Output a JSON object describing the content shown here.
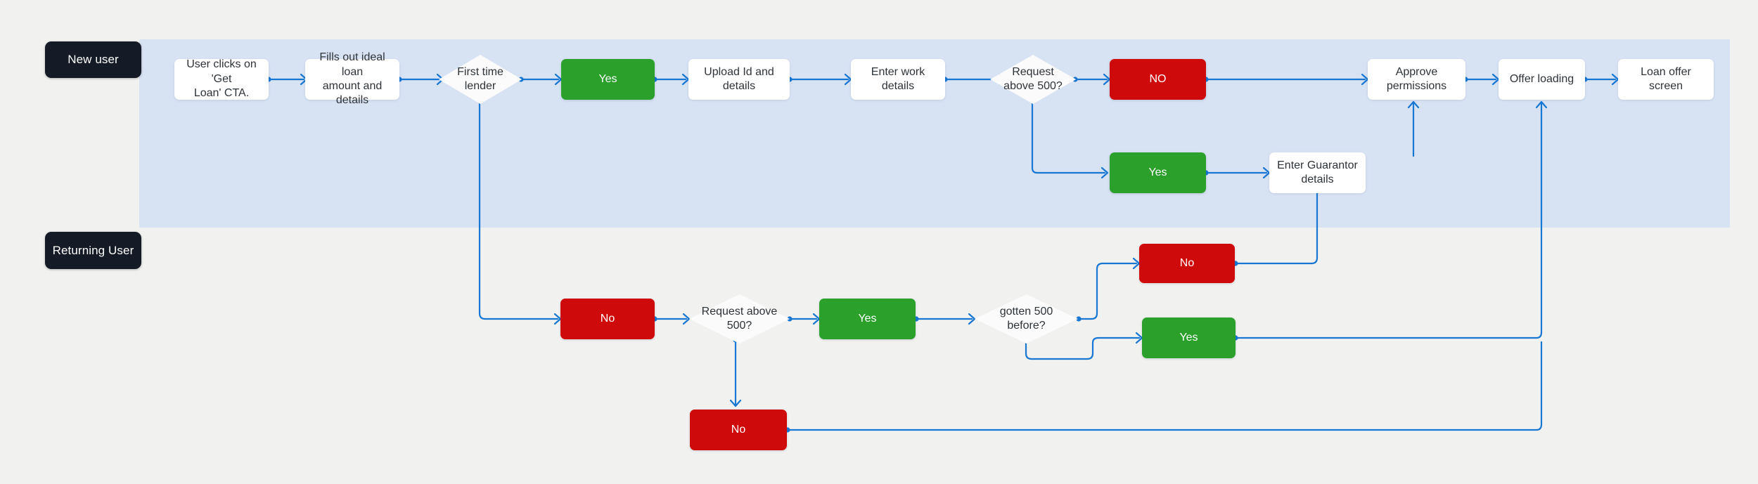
{
  "diagram": {
    "title": "Loan application user flow",
    "background_color": "#f1f1f0",
    "lane_band_color": "#d7e2f3",
    "connector_color": "#1877d2",
    "colors": {
      "process": "#ffffff",
      "yes": "#2ba02b",
      "no": "#cf0a0a",
      "decision": "#fbfbfb",
      "lane_pill": "#141a26"
    }
  },
  "lanes": [
    {
      "id": "new-user",
      "label": "New user"
    },
    {
      "id": "returning-user",
      "label": "Returning User"
    }
  ],
  "nodes": {
    "get_loan_cta": {
      "label": "User clicks on 'Get\nLoan' CTA.",
      "type": "process"
    },
    "fills_loan_details": {
      "label": "Fills out ideal loan\namount and details",
      "type": "process"
    },
    "first_time_lender": {
      "label": "First time\nlender",
      "type": "decision"
    },
    "ftl_yes": {
      "label": "Yes",
      "type": "yes"
    },
    "upload_id": {
      "label": "Upload Id and details",
      "type": "process"
    },
    "enter_work_details": {
      "label": "Enter work details",
      "type": "process"
    },
    "request_above_500": {
      "label": "Request\nabove 500?",
      "type": "decision"
    },
    "req500_no": {
      "label": "NO",
      "type": "no"
    },
    "req500_yes": {
      "label": "Yes",
      "type": "yes"
    },
    "enter_guarantor": {
      "label": "Enter Guarantor details",
      "type": "process"
    },
    "approve_permissions": {
      "label": "Approve permissions",
      "type": "process"
    },
    "offer_loading": {
      "label": "Offer loading",
      "type": "process"
    },
    "loan_offer_screen": {
      "label": "Loan offer screen",
      "type": "process"
    },
    "ftl_no": {
      "label": "No",
      "type": "no"
    },
    "req_above_500_b": {
      "label": "Request above\n500?",
      "type": "decision"
    },
    "req500b_yes": {
      "label": "Yes",
      "type": "yes"
    },
    "gotten_500_before": {
      "label": "gotten 500\nbefore?",
      "type": "decision"
    },
    "g500_no": {
      "label": "No",
      "type": "no"
    },
    "g500_yes": {
      "label": "Yes",
      "type": "yes"
    },
    "req500b_no": {
      "label": "No",
      "type": "no"
    }
  },
  "edges": [
    {
      "from": "get_loan_cta",
      "to": "fills_loan_details"
    },
    {
      "from": "fills_loan_details",
      "to": "first_time_lender"
    },
    {
      "from": "first_time_lender",
      "to": "ftl_yes"
    },
    {
      "from": "ftl_yes",
      "to": "upload_id"
    },
    {
      "from": "upload_id",
      "to": "enter_work_details"
    },
    {
      "from": "enter_work_details",
      "to": "request_above_500"
    },
    {
      "from": "request_above_500",
      "to": "req500_no"
    },
    {
      "from": "request_above_500",
      "to": "req500_yes"
    },
    {
      "from": "req500_no",
      "to": "approve_permissions"
    },
    {
      "from": "req500_yes",
      "to": "enter_guarantor"
    },
    {
      "from": "enter_guarantor",
      "to": "approve_permissions"
    },
    {
      "from": "approve_permissions",
      "to": "offer_loading"
    },
    {
      "from": "offer_loading",
      "to": "loan_offer_screen"
    },
    {
      "from": "first_time_lender",
      "to": "ftl_no"
    },
    {
      "from": "ftl_no",
      "to": "req_above_500_b"
    },
    {
      "from": "req_above_500_b",
      "to": "req500b_yes"
    },
    {
      "from": "req_above_500_b",
      "to": "req500b_no"
    },
    {
      "from": "req500b_yes",
      "to": "gotten_500_before"
    },
    {
      "from": "gotten_500_before",
      "to": "g500_no"
    },
    {
      "from": "gotten_500_before",
      "to": "g500_yes"
    },
    {
      "from": "g500_no",
      "to": "enter_guarantor"
    },
    {
      "from": "g500_yes",
      "to": "offer_loading"
    },
    {
      "from": "req500b_no",
      "to": "offer_loading"
    }
  ]
}
